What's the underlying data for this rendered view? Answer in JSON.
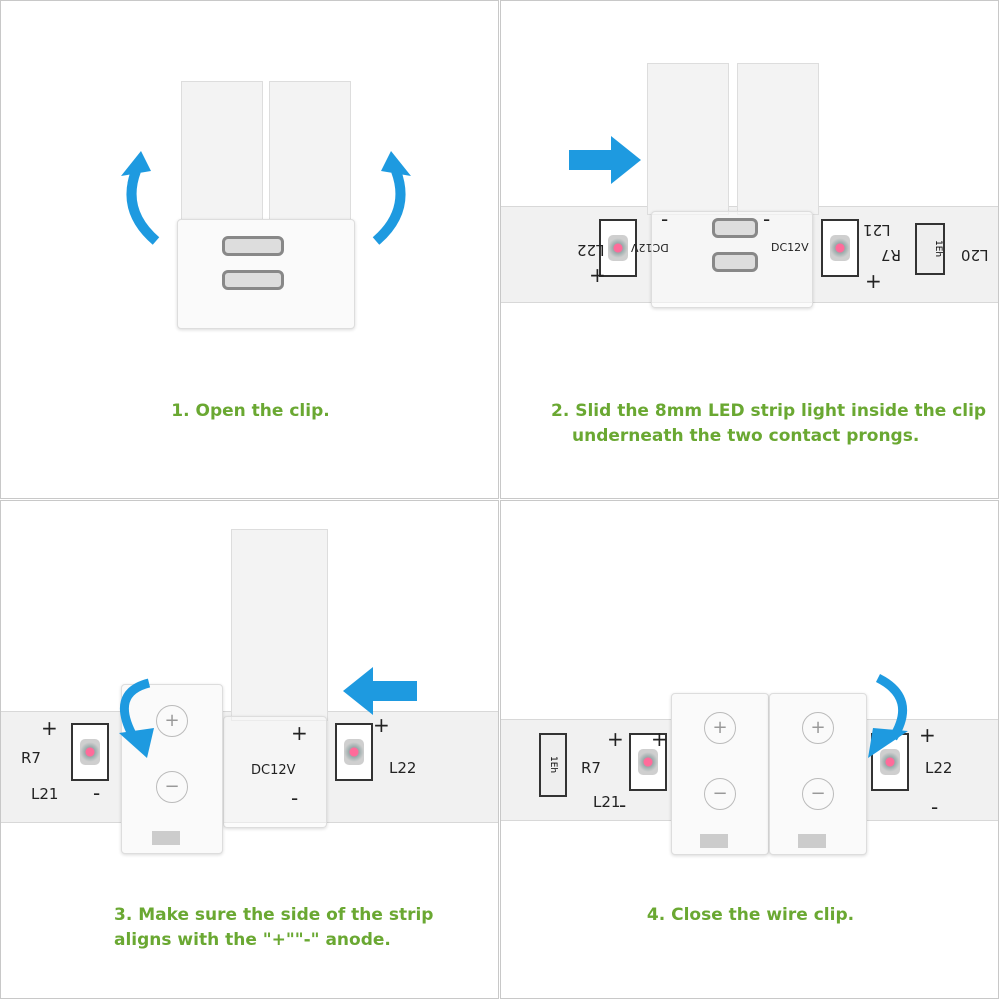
{
  "steps": [
    {
      "caption_lines": [
        "1. Open the clip."
      ]
    },
    {
      "caption_lines": [
        "2. Slid the 8mm LED strip light inside the clip",
        "underneath the two contact prongs."
      ],
      "labels": [
        "L22",
        "DC12V",
        "DC12V",
        "L21",
        "R7",
        "1Eh",
        "L20",
        "+",
        "+",
        "-",
        "-"
      ]
    },
    {
      "caption_lines": [
        "3. Make sure the side of the strip",
        "aligns with the \"+\"\"-\" anode."
      ],
      "labels": [
        "R7",
        "L21",
        "DC12V",
        "L22",
        "+",
        "+",
        "-",
        "+",
        "-"
      ]
    },
    {
      "caption_lines": [
        "4. Close the wire clip."
      ],
      "labels": [
        "R7",
        "L21",
        "L22",
        "1Eh",
        "+",
        "+",
        "+",
        "-",
        "-"
      ]
    }
  ],
  "colors": {
    "caption": "#6aa832",
    "arrow": "#1e9ae0"
  },
  "icons": [
    "curved-arrow-icon",
    "straight-arrow-icon",
    "plus-symbol-icon",
    "minus-symbol-icon"
  ]
}
